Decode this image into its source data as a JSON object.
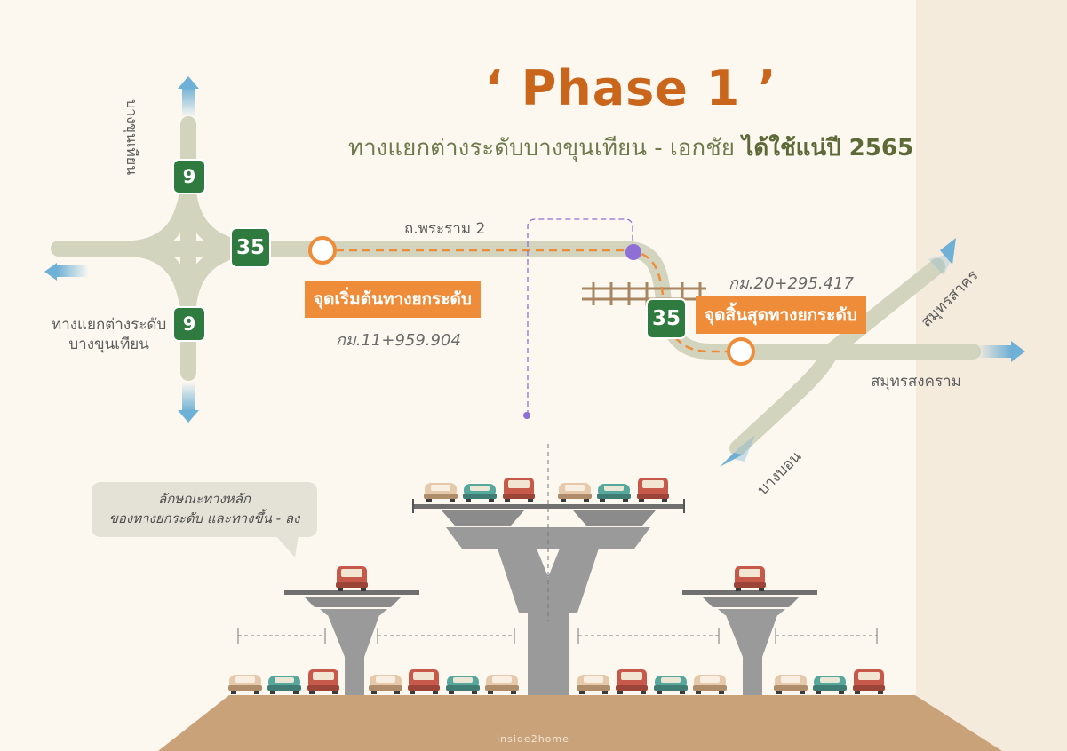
{
  "header": {
    "title": "‘ Phase 1 ’",
    "subtitle_main": "ทางแยกต่างระดับบางขุนเทียน - เอกชัย",
    "subtitle_emph": "ได้ใช้แน่ปี 2565"
  },
  "map": {
    "road_top": "ถ.พระราม 2",
    "start_label": "จุดเริ่มต้นทางยกระดับ",
    "start_km": "กม.11+959.904",
    "end_label": "จุดสิ้นสุดทางยกระดับ",
    "end_km": "กม.20+295.417",
    "north_road": "บางขุนเทียน",
    "interchange_label_line1": "ทางแยกต่างระดับ",
    "interchange_label_line2": "บางขุนเทียน",
    "dest_samut_sakhon": "สมุทรสาคร",
    "dest_samut_songkhram": "สมุทรสงคราม",
    "dest_bang_bon": "บางบอน",
    "badge_route_9": "9",
    "badge_route_35": "35"
  },
  "bubble": {
    "line1": "ลักษณะทางหลัก",
    "line2": "ของทางยกระดับ และทางขึ้น - ลง"
  },
  "footer": {
    "brand": "inside2home"
  },
  "colors": {
    "background": "#fcf8f0",
    "road": "#d3d4be",
    "accent_orange": "#ef8c3a",
    "route_green": "#2f7a3e",
    "pier_gray": "#9a9a9a",
    "ground": "#c9a27a",
    "title": "#c9661c",
    "subtitle": "#6e7a4c"
  }
}
